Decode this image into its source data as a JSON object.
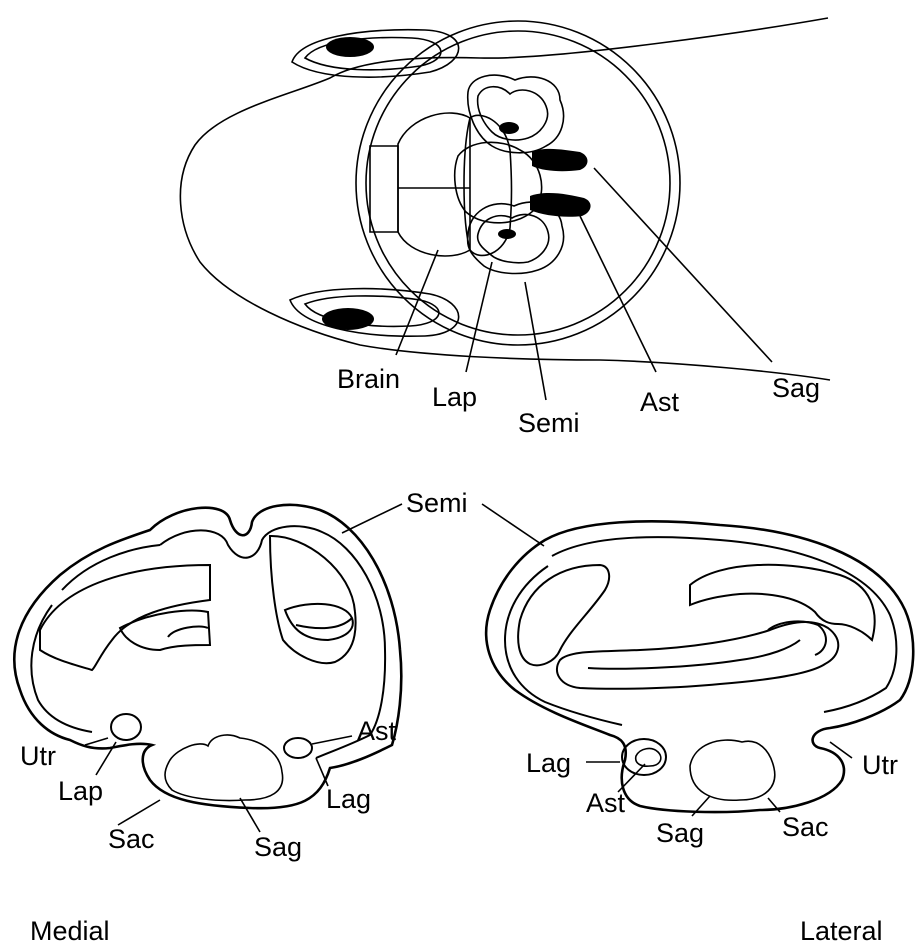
{
  "top_view": {
    "labels": {
      "brain": "Brain",
      "lap": "Lap",
      "semi": "Semi",
      "ast": "Ast",
      "sag": "Sag"
    }
  },
  "medial_view": {
    "caption": "Medial",
    "labels": {
      "utr": "Utr",
      "lap": "Lap",
      "sac": "Sac",
      "sag": "Sag",
      "lag": "Lag",
      "ast": "Ast"
    }
  },
  "lateral_view": {
    "caption": "Lateral",
    "labels": {
      "lag": "Lag",
      "ast": "Ast",
      "sag": "Sag",
      "sac": "Sac",
      "utr": "Utr"
    }
  },
  "shared_labels": {
    "semi": "Semi"
  }
}
